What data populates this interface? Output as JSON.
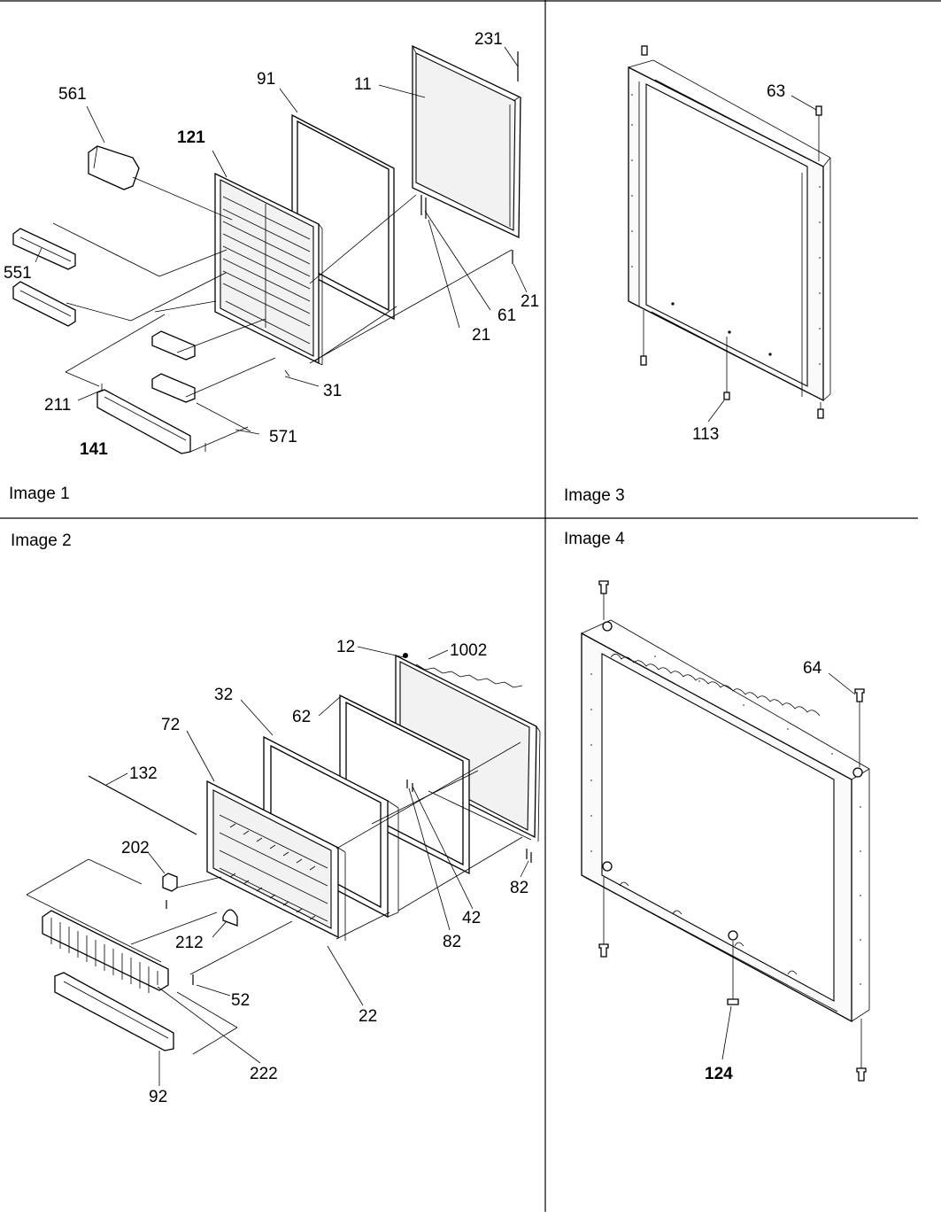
{
  "panels": [
    {
      "caption": "Image 1",
      "callouts": [
        "561",
        "121",
        "91",
        "11",
        "231",
        "551",
        "21",
        "61",
        "21",
        "211",
        "31",
        "571",
        "141"
      ]
    },
    {
      "caption": "Image 2",
      "callouts": [
        "12",
        "1002",
        "32",
        "62",
        "72",
        "132",
        "202",
        "82",
        "42",
        "82",
        "212",
        "52",
        "22",
        "222",
        "92"
      ]
    },
    {
      "caption": "Image 3",
      "callouts": [
        "63",
        "113"
      ]
    },
    {
      "caption": "Image 4",
      "callouts": [
        "64",
        "124"
      ]
    }
  ]
}
